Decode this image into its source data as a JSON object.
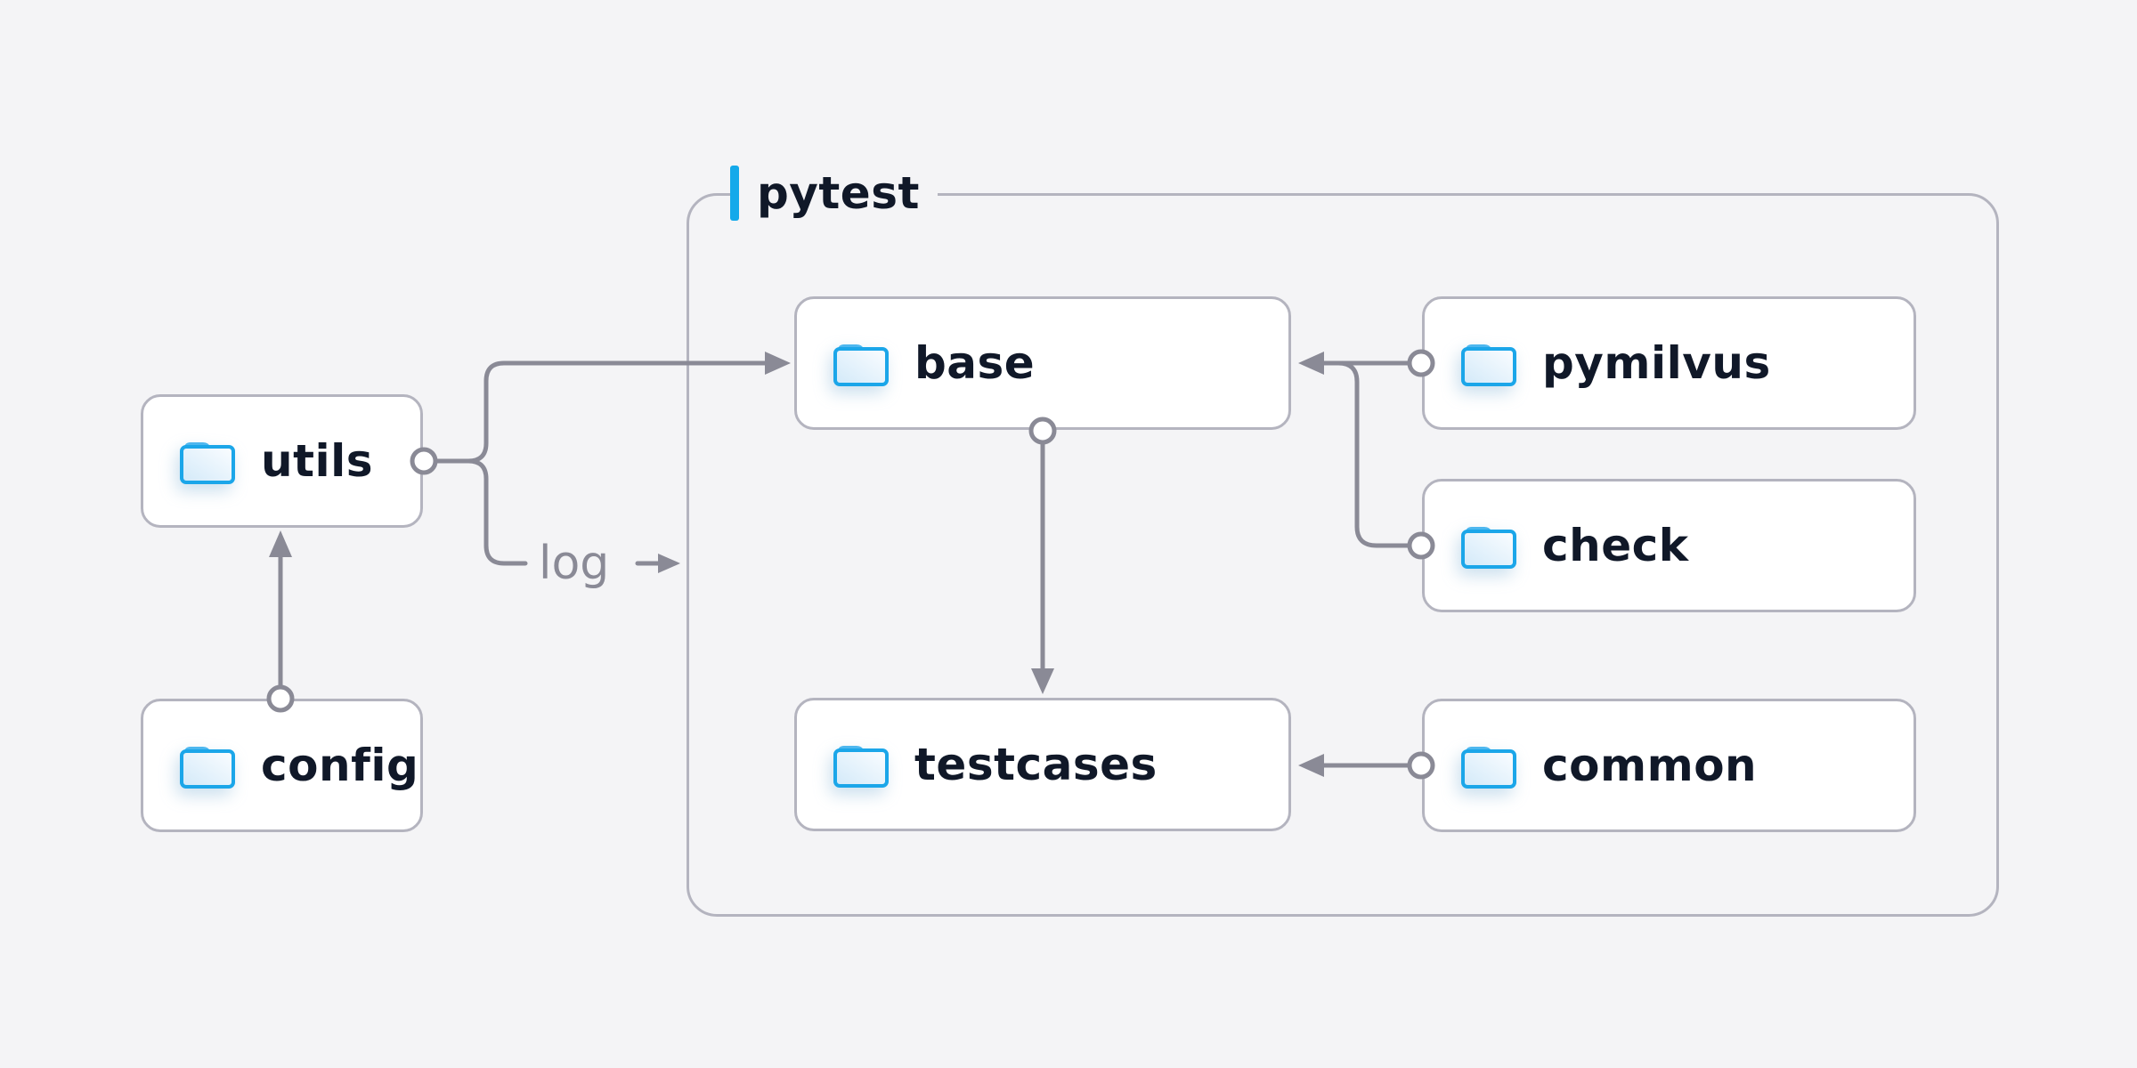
{
  "container": {
    "label": "pytest"
  },
  "nodes": {
    "utils": {
      "label": "utils"
    },
    "config": {
      "label": "config"
    },
    "base": {
      "label": "base"
    },
    "pymilvus": {
      "label": "pymilvus"
    },
    "check": {
      "label": "check"
    },
    "testcases": {
      "label": "testcases"
    },
    "common": {
      "label": "common"
    }
  },
  "edges": [
    {
      "from": "config",
      "to": "utils"
    },
    {
      "from": "utils",
      "to": "base"
    },
    {
      "from": "utils",
      "to": "pytest-group",
      "label": "log"
    },
    {
      "from": "pymilvus",
      "to": "base"
    },
    {
      "from": "check",
      "to": "base"
    },
    {
      "from": "base",
      "to": "testcases"
    },
    {
      "from": "common",
      "to": "testcases"
    }
  ],
  "icons": {
    "node_icon": "folder-icon"
  },
  "colors": {
    "background": "#f4f4f6",
    "box_fill": "#ffffff",
    "box_border": "#b4b4bf",
    "connector": "#8a8a96",
    "label_text": "#101828",
    "accent_bar": "#14a9ea",
    "folder_stroke": "#1ba6e9",
    "folder_tab": "#4db7ef"
  }
}
